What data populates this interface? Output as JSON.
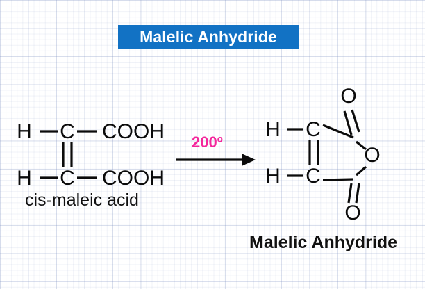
{
  "title_banner": {
    "text": "Malelic Anhydride",
    "background_color": "#1272c4",
    "text_color": "#ffffff"
  },
  "reactant": {
    "caption": "cis-maleic acid",
    "atoms": {
      "h_top": "H",
      "c_top": "C",
      "cooh_top": "COOH",
      "h_bottom": "H",
      "c_bottom": "C",
      "cooh_bottom": "COOH"
    },
    "bonds": {
      "c_c_double": "C=C double bond",
      "h_c_top_single": "H-C single bond",
      "c_cooh_top_single": "C-COOH single bond",
      "h_c_bottom_single": "H-C single bond",
      "c_cooh_bottom_single": "C-COOH single bond"
    }
  },
  "reaction": {
    "condition_label": "200º",
    "condition_color": "#f4259b",
    "arrow_direction": "right",
    "arrow_color": "#0b0b0b"
  },
  "product": {
    "caption": "Malelic Anhydride",
    "atoms": {
      "o_top": "O",
      "h_top": "H",
      "c_top": "C",
      "o_ring": "O",
      "h_bottom": "H",
      "c_bottom": "C",
      "o_bottom": "O"
    },
    "bonds": {
      "c_c_double": "C=C double bond",
      "c_o_top_double": "C=O carbonyl double bond",
      "c_o_bottom_double": "C=O carbonyl double bond",
      "ring_single_bonds": "five-membered anhydride ring"
    }
  },
  "colors": {
    "background": "#ffffff",
    "grid_line": "#c3cade",
    "structure_stroke": "#0b0b0b"
  }
}
